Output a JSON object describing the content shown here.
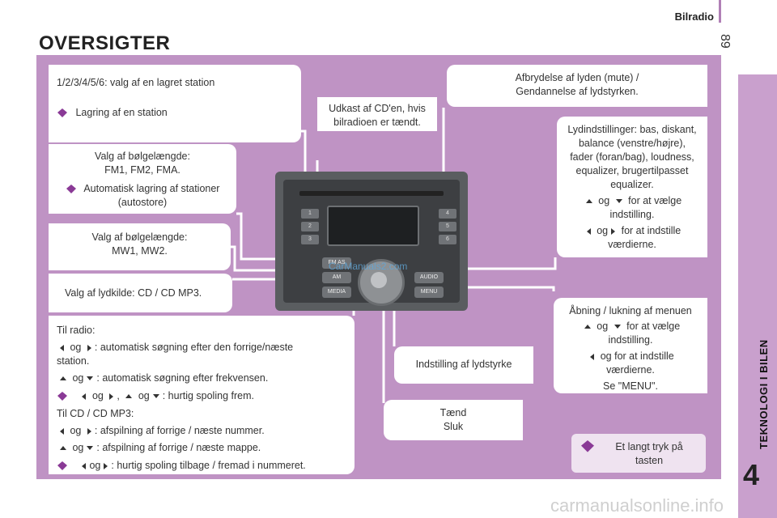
{
  "header": {
    "section": "Bilradio",
    "page_number": "89"
  },
  "sidebar": {
    "chapter_title": "TEKNOLOGI I BILEN",
    "chapter_number": "4"
  },
  "title": "OVERSIGTER",
  "boxes": {
    "preset_line": "1/2/3/4/5/6: valg af en lagret station",
    "preset_tip": "Lagring af en station",
    "band_fm_1": "Valg af bølgelængde:",
    "band_fm_2": "FM1, FM2, FMA.",
    "band_fm_tip_1": "Automatisk lagring af stationer",
    "band_fm_tip_2": "(autostore)",
    "band_mw_1": "Valg af bølgelængde:",
    "band_mw_2": "MW1, MW2.",
    "source": "Valg af lydkilde: CD / CD MP3.",
    "eject_1": "Udkast af CD'en, hvis",
    "eject_2": "bilradioen er tændt.",
    "mute_1": "Afbrydelse af lyden (mute) /",
    "mute_2": "Gendannelse af lydstyrken.",
    "audio_1": "Lydindstillinger: bas, diskant,",
    "audio_2": "balance (venstre/højre),",
    "audio_3": "fader (foran/bag), loudness,",
    "audio_4": "equalizer, brugertilpasset",
    "audio_5": "equalizer.",
    "audio_og": "og",
    "audio_select": "for at vælge",
    "audio_select_2": "indstilling.",
    "audio_adjust": "for at indstille",
    "audio_adjust_2": "værdierne.",
    "menu_1": "Åbning / lukning af menuen",
    "menu_og": "og",
    "menu_select": "for at vælge",
    "menu_select_2": "indstilling.",
    "menu_adjust": "og  for at indstille",
    "menu_adjust_2": "værdierne.",
    "menu_see": "Se \"MENU\".",
    "radio_head": "Til radio:",
    "radio_lr": ": automatisk søgning efter den forrige/næste",
    "radio_lr_2": "station.",
    "radio_ud": ": automatisk søgning efter frekvensen.",
    "radio_tip": ": hurtig spoling frem.",
    "cd_head": "Til CD / CD MP3:",
    "cd_lr": ": afspilning af forrige / næste nummer.",
    "cd_ud": ": afspilning af forrige / næste mappe.",
    "cd_tip": ": hurtig spoling tilbage / fremad i nummeret.",
    "og": "og",
    "og_comma": ",",
    "volume": "Indstilling af lydstyrke",
    "power_1": "Tænd",
    "power_2": "Sluk",
    "legend_1": "Et langt tryk på",
    "legend_2": "tasten"
  },
  "radio_unit": {
    "presets": [
      "1",
      "2",
      "3",
      "4",
      "5",
      "6"
    ],
    "btn_fm": "FM AS",
    "btn_am": "AM",
    "btn_media": "MEDIA",
    "btn_audio": "AUDIO",
    "btn_menu": "MENU"
  },
  "watermarks": {
    "center": "CarManuals2.com",
    "footer": "carmanualsonline.info"
  },
  "colors": {
    "purple_bg": "#bf93c4",
    "sidebar": "#c9a0cd",
    "tip_icon": "#8a3a96"
  }
}
